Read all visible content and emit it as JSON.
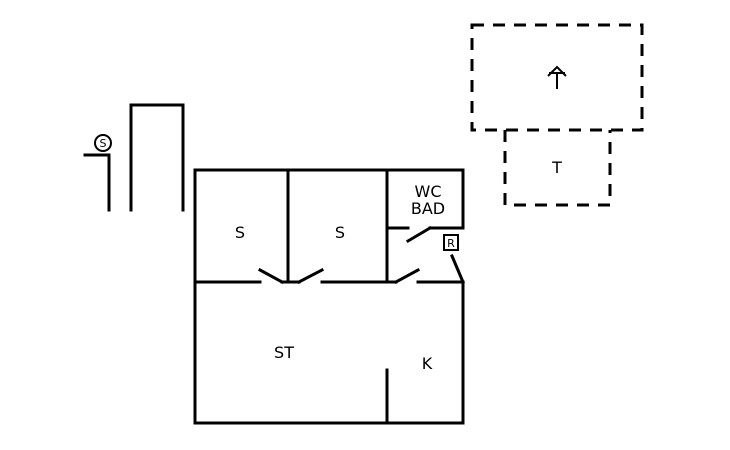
{
  "rooms": {
    "bedroom_1": "S",
    "bedroom_2": "S",
    "wc_line1": "WC",
    "wc_line2": "BAD",
    "living": "ST",
    "kitchen": "K",
    "terrace": "T"
  },
  "symbols": {
    "smoke_detector": "S",
    "radiator": "R"
  }
}
